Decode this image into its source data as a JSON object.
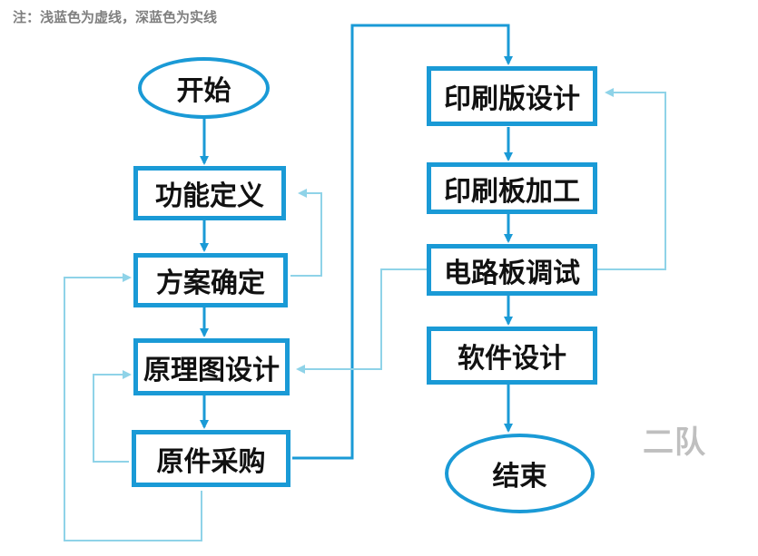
{
  "note": "注：浅蓝色为虚线，深蓝色为实线",
  "watermark": "二队",
  "colors": {
    "solid": "#1a9ad6",
    "dashed": "#8fd3e8",
    "box_border": "#1a9ad6"
  },
  "nodes": {
    "start": "开始",
    "func_def": "功能定义",
    "scheme": "方案确定",
    "schematic": "原理图设计",
    "purchase": "原件采购",
    "pcb_design": "印刷版设计",
    "pcb_fab": "印刷板加工",
    "debug": "电路板调试",
    "software": "软件设计",
    "end": "结束"
  }
}
